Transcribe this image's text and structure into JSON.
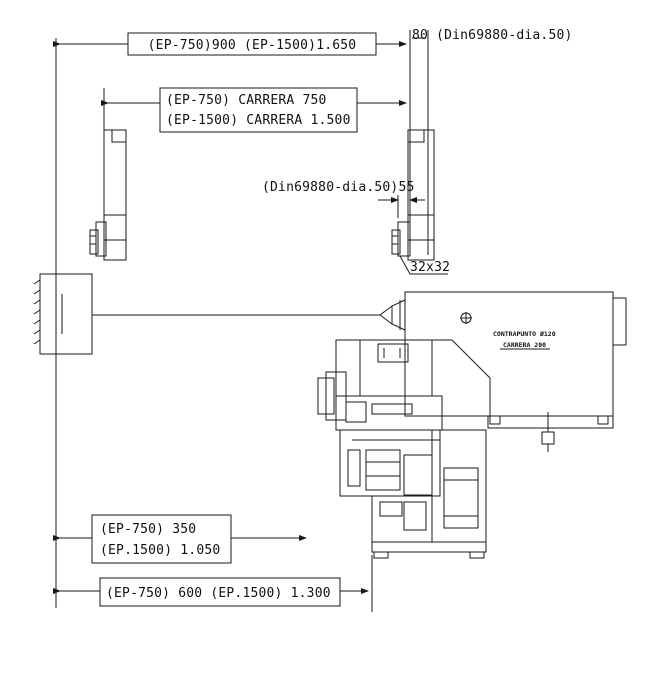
{
  "dimensions": {
    "total_length": "(EP-750)900   (EP-1500)1.650",
    "end_offset": "80 (Din69880-dia.50)",
    "carriage_stroke_750": "(EP-750) CARRERA 750",
    "carriage_stroke_1500": "(EP-1500) CARRERA 1.500",
    "tool_offset": "(Din69880-dia.50)55",
    "tool_section": "32x32",
    "min_distance_750": "(EP-750)  350",
    "min_distance_1500": "(EP.1500)  1.050",
    "max_distance": "(EP-750)  600  (EP.1500)  1.300"
  },
  "tailstock": {
    "quill_label": "CONTRAPUNTO Ø120",
    "stroke_label": "CARRERA 200"
  },
  "colors": {
    "line": "#1a1a1a",
    "paper": "#ffffff"
  }
}
